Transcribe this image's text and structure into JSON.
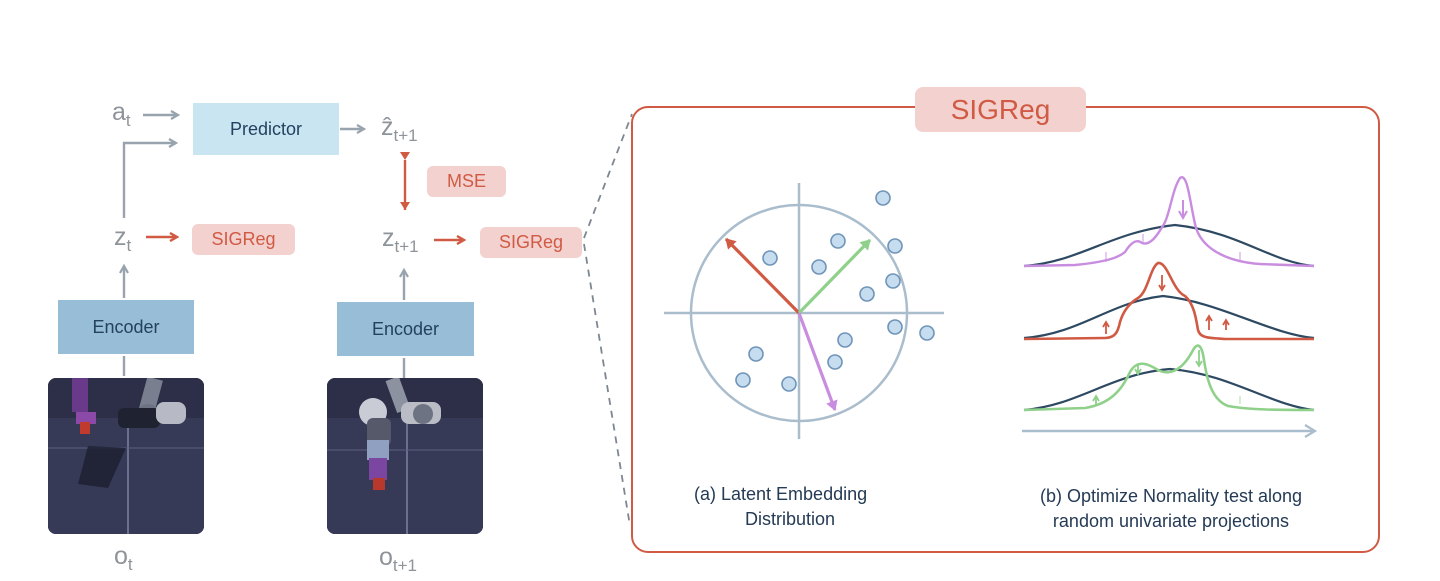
{
  "left": {
    "a_t": {
      "base": "a",
      "sub": "t"
    },
    "z_t": {
      "base": "z",
      "sub": "t"
    },
    "z_hat": {
      "base": "ẑ",
      "sub": "t+1"
    },
    "z_t1": {
      "base": "z",
      "sub": "t+1"
    },
    "o_t": {
      "base": "o",
      "sub": "t"
    },
    "o_t1": {
      "base": "o",
      "sub": "t+1"
    },
    "predictor_label": "Predictor",
    "encoder_label": "Encoder",
    "mse_label": "MSE",
    "sigreg_label": "SIGReg"
  },
  "panel": {
    "title": "SIGReg",
    "caption_a_line1": "(a)  Latent Embedding",
    "caption_a_line2": "Distribution",
    "caption_b_line1": "(b) Optimize Normality test along",
    "caption_b_line2": "random univariate projections"
  },
  "colors": {
    "red": "#d05a43",
    "grey_arrow": "#98a3ad",
    "circle": "#aabdcd",
    "purple": "#c98de0",
    "green": "#8fd08a",
    "navy": "#2e4a62"
  }
}
